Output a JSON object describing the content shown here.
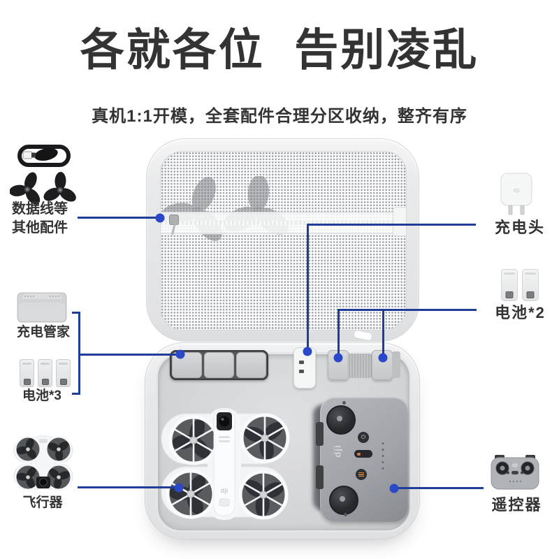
{
  "header": {
    "title": "各就各位 告别凌乱",
    "subtitle": "真机1:1开模，全套配件合理分区收纳，整齐有序"
  },
  "brand": {
    "logo_text": "dji"
  },
  "callouts": {
    "accessories": {
      "line1": "数据线等",
      "line2": "其他配件"
    },
    "charging_hub": {
      "label": "充电管家"
    },
    "battery_x3": {
      "label": "电池*3"
    },
    "aircraft": {
      "label": "飞行器"
    },
    "charger": {
      "label": "充电头"
    },
    "battery_x2": {
      "label": "电池*2"
    },
    "remote": {
      "label": "遥控器"
    }
  },
  "colors": {
    "accent-line": "#1f3d99",
    "accent-dot": "#2b48c8",
    "title-text": "#333333",
    "label-text": "#333333"
  }
}
